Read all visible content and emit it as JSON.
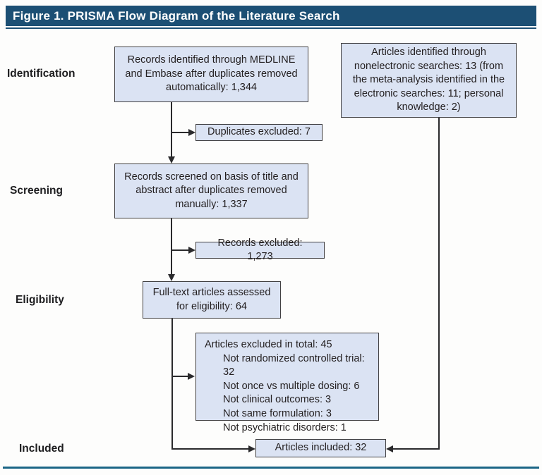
{
  "figure": {
    "title": "Figure 1. PRISMA Flow Diagram of the Literature Search"
  },
  "stages": {
    "identification": "Identification",
    "screening": "Screening",
    "eligibility": "Eligibility",
    "included": "Included"
  },
  "boxes": {
    "records_identified": {
      "text": "Records identified through MEDLINE and Embase after duplicates removed automatically: 1,344"
    },
    "nonelectronic_articles": {
      "text": "Articles identified through nonelectronic searches: 13 (from the meta-analysis identified in the electronic searches: 11; personal knowledge: 2)"
    },
    "duplicates_excluded": {
      "text": "Duplicates excluded: 7"
    },
    "records_screened": {
      "text": "Records screened on basis of title and abstract after duplicates removed manually: 1,337"
    },
    "records_excluded": {
      "text": "Records excluded: 1,273"
    },
    "fulltext_assessed": {
      "text": "Full-text articles assessed for eligibility: 64"
    },
    "articles_excluded": {
      "title": "Articles excluded in total: 45",
      "items": [
        "Not randomized controlled trial: 32",
        "Not once vs multiple dosing: 6",
        "Not clinical outcomes: 3",
        "Not same formulation: 3",
        "Not psychiatric disorders: 1"
      ]
    },
    "articles_included": {
      "text": "Articles included: 32"
    }
  },
  "colors": {
    "header_bg": "#1c4f74",
    "box_fill": "#dbe3f3",
    "box_border": "#414042",
    "connector": "#2a2a2c",
    "bottom_rule": "#1b6586"
  }
}
